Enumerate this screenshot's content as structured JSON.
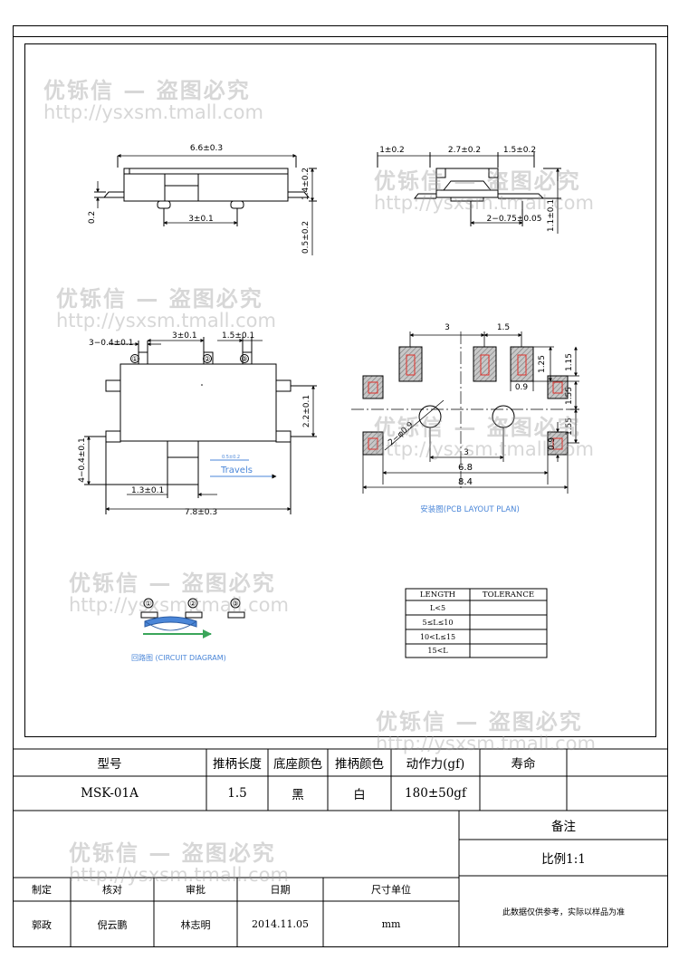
{
  "watermark": {
    "line1": "优铄信 — 盗图必究",
    "line2": "http://ysxsm.tmall.com"
  },
  "dims": {
    "side_width": "6.6±0.3",
    "side_height_left": "0.2",
    "side_height_right": "1.4±0.2",
    "side_pin_pitch": "3±0.1",
    "side_pin_len": "0.5±0.2",
    "end_left": "1±0.2",
    "end_mid": "2.7±0.2",
    "end_right": "1.5±0.2",
    "end_pin": "2−0.75±0.05",
    "end_height": "1.1±0.1",
    "top_pins": "3−0.4±0.1",
    "top_pitch1": "3±0.1",
    "top_pitch2": "1.5±0.1",
    "top_body_h": "2.2±0.1",
    "top_overall_h": "4−0.4±0.1",
    "top_knob": "1.3±0.1",
    "top_width": "7.8±0.3",
    "travels_small": "0.5±0.2",
    "travels": "Travels",
    "pin1": "①",
    "pin2": "②",
    "pin3": "③",
    "pcb_3": "3",
    "pcb_15": "1.5",
    "pcb_125": "1.25",
    "pcb_115": "1.15",
    "pcb_09a": "0.9",
    "pcb_155a": "1.55",
    "pcb_155b": "1.55",
    "pcb_09b": "0.9",
    "pcb_hole": "2−φ0.9",
    "pcb_3b": "3",
    "pcb_68": "6.8",
    "pcb_84": "8.4",
    "pcb_caption": "安装图(PCB LAYOUT PLAN)",
    "circuit_caption": "回路图 (CIRCUIT DIAGRAM)"
  },
  "tolerance_table": {
    "headers": [
      "LENGTH",
      "TOLERANCE"
    ],
    "rows": [
      [
        "L<5",
        ""
      ],
      [
        "5≤L≤10",
        ""
      ],
      [
        "10<L≤15",
        ""
      ],
      [
        "15<L",
        ""
      ]
    ]
  },
  "spec_table": {
    "headers": [
      "型号",
      "推柄长度",
      "底座颜色",
      "推柄颜色",
      "动作力(gf)",
      "寿命"
    ],
    "values": [
      "MSK-01A",
      "1.5",
      "黑",
      "白",
      "180±50gf",
      ""
    ]
  },
  "title_block": {
    "remarks_label": "备注",
    "scale": "比例1:1",
    "note": "此数据仅供参考，实际以样品为准",
    "sign_headers": [
      "制定",
      "核对",
      "审批",
      "日期",
      "尺寸单位"
    ],
    "sign_values": [
      "郭政",
      "倪云鹏",
      "林志明",
      "2014.11.05",
      "mm"
    ]
  },
  "colors": {
    "pad_fill": "#c8c8c8",
    "pad_mark": "#e0302a",
    "caption": "#4a86d8",
    "arrow": "#3aa55a"
  }
}
